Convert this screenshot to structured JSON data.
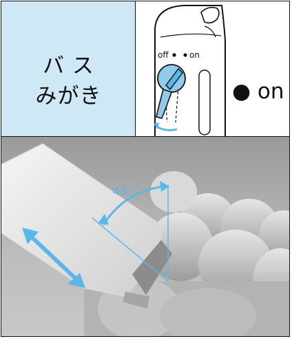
{
  "brush_style": {
    "line1": "バ ス",
    "line2": "みがき"
  },
  "switch": {
    "off_label": "off",
    "on_label": "on",
    "mode_text": "● on"
  },
  "illustration": {
    "angle_label": "45°"
  },
  "colors": {
    "label_bg": "#cfe8f5",
    "accent": "#5bb7e6",
    "outline": "#111111"
  }
}
